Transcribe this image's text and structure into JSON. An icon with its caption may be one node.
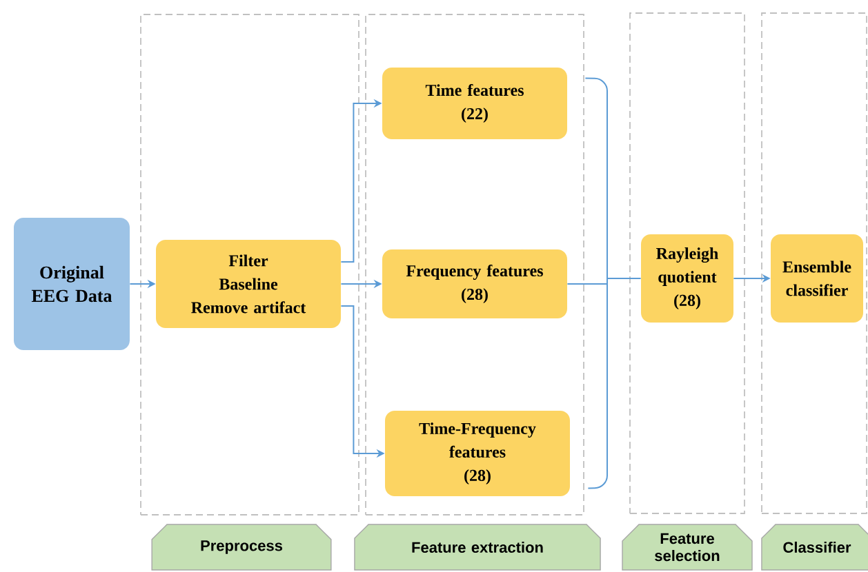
{
  "diagram": {
    "nodes": [
      {
        "text": [
          "Original EEG Data"
        ]
      },
      {
        "text": [],
        "shape": "box"
      },
      {
        "text": [
          "Filter",
          "Baseline",
          "Remove artifact"
        ],
        "in": 1
      },
      {
        "text": [],
        "shape": "box"
      },
      {
        "text": [
          "Time features",
          "(22)"
        ],
        "in": 3
      },
      {
        "text": [
          "Frequency features",
          "(28)"
        ],
        "in": 3
      },
      {
        "text": [
          "Time-Frequency features",
          "(28)"
        ],
        "in": 3
      },
      {
        "text": [],
        "shape": "box"
      },
      {
        "text": [
          "Rayleigh quotient",
          "(28)"
        ],
        "in": 7
      },
      {
        "text": [],
        "shape": "box"
      },
      {
        "text": [
          "Ensemble classifier"
        ],
        "in": 9
      },
      {
        "text": [
          "Preprocess"
        ]
      },
      {
        "text": [
          "Feature extraction"
        ]
      },
      {
        "text": [
          "Feature selection"
        ]
      },
      {
        "text": [
          "Classifier"
        ]
      }
    ],
    "edges": [
      {
        "from": 0,
        "to": 2,
        "arrow": "to"
      },
      {
        "from": 2,
        "to": 4,
        "arrow": "to"
      },
      {
        "from": 2,
        "to": 5,
        "arrow": "to"
      },
      {
        "from": 2,
        "to": 6,
        "arrow": "to"
      },
      {
        "from": 4,
        "to": 8,
        "arrow": "none"
      },
      {
        "from": 5,
        "to": 8,
        "arrow": "none"
      },
      {
        "from": 6,
        "to": 8,
        "arrow": "none"
      },
      {
        "from": 8,
        "to": 10,
        "arrow": "to"
      }
    ]
  }
}
